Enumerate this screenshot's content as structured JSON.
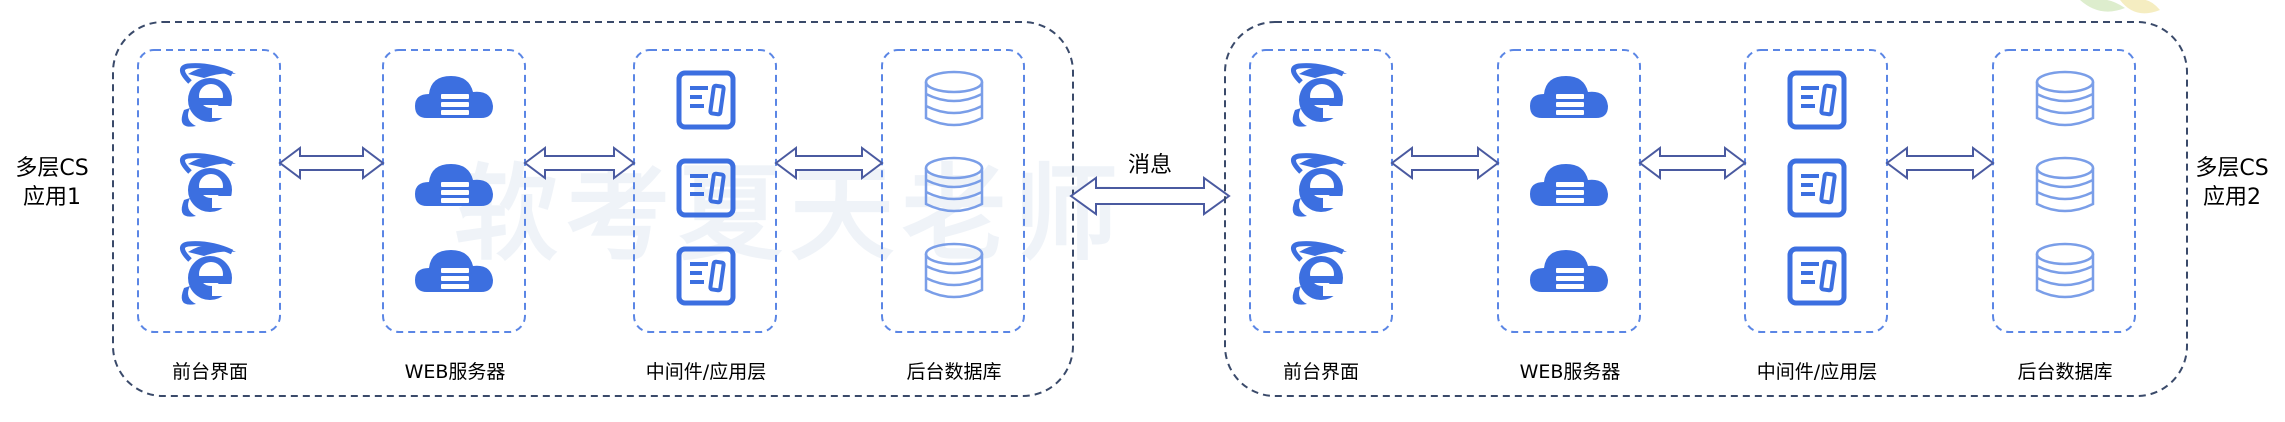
{
  "systems": [
    {
      "side_label_line1": "多层CS",
      "side_label_line2": "应用1",
      "layers": [
        {
          "label": "前台界面",
          "icon": "ie-browser-icon"
        },
        {
          "label": "WEB服务器",
          "icon": "cloud-server-icon"
        },
        {
          "label": "中间件/应用层",
          "icon": "middleware-doc-icon"
        },
        {
          "label": "后台数据库",
          "icon": "database-icon"
        }
      ]
    },
    {
      "side_label_line1": "多层CS",
      "side_label_line2": "应用2",
      "layers": [
        {
          "label": "前台界面",
          "icon": "ie-browser-icon"
        },
        {
          "label": "WEB服务器",
          "icon": "cloud-server-icon"
        },
        {
          "label": "中间件/应用层",
          "icon": "middleware-doc-icon"
        },
        {
          "label": "后台数据库",
          "icon": "database-icon"
        }
      ]
    }
  ],
  "link_label": "消息",
  "watermark": "软考夏天老师",
  "colors": {
    "dashed_border": "#3a4a6a",
    "layer_border": "#5b86e5",
    "icon_blue": "#3c6fe0",
    "arrow_stroke": "#4a5aa0"
  }
}
